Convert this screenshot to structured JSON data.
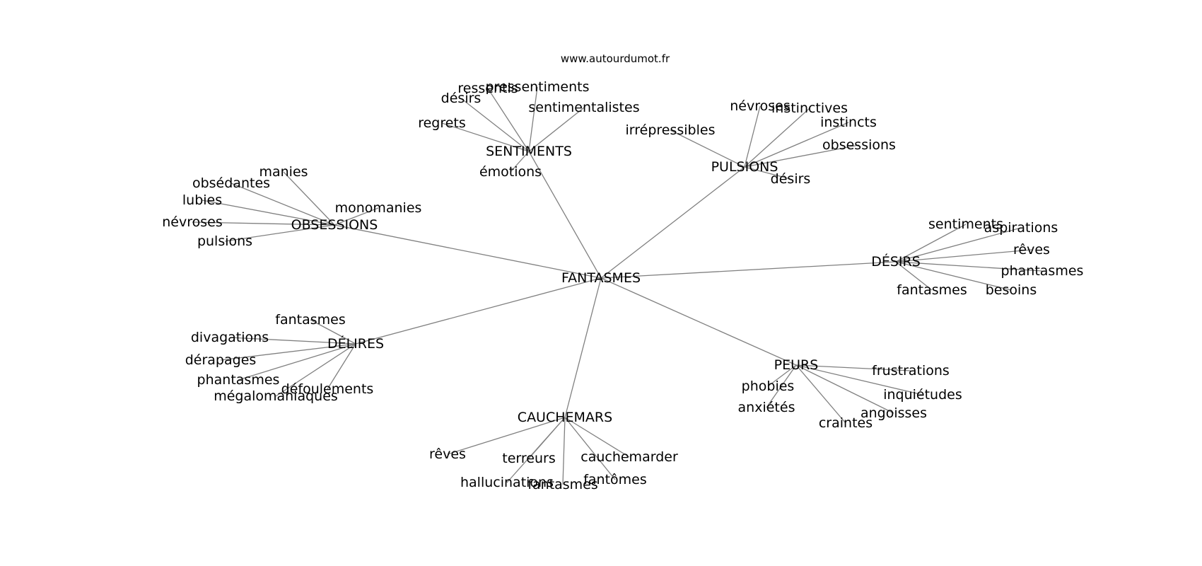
{
  "site": "www.autourdumot.fr",
  "center": "FANTASMES",
  "clusters": [
    {
      "label": "SENTIMENTS",
      "children": [
        "pressentiments",
        "ressentis",
        "désirs",
        "sentimentalistes",
        "regrets",
        "émotions"
      ]
    },
    {
      "label": "PULSIONS",
      "children": [
        "névroses",
        "instinctives",
        "instincts",
        "irrépressibles",
        "obsessions",
        "désirs"
      ]
    },
    {
      "label": "OBSESSIONS",
      "children": [
        "manies",
        "obsédantes",
        "lubies",
        "névroses",
        "pulsions",
        "monomanies"
      ]
    },
    {
      "label": "DÉSIRS",
      "children": [
        "sentiments",
        "aspirations",
        "rêves",
        "phantasmes",
        "fantasmes",
        "besoins"
      ]
    },
    {
      "label": "DÉLIRES",
      "children": [
        "fantasmes",
        "divagations",
        "dérapages",
        "phantasmes",
        "défoulements",
        "mégalomaniaques"
      ]
    },
    {
      "label": "PEURS",
      "children": [
        "frustrations",
        "phobies",
        "inquiétudes",
        "anxiétés",
        "angoisses",
        "craintes"
      ]
    },
    {
      "label": "CAUCHEMARS",
      "children": [
        "rêves",
        "terreurs",
        "cauchemarder",
        "hallucinations",
        "fantasmes",
        "fantômes"
      ]
    }
  ]
}
